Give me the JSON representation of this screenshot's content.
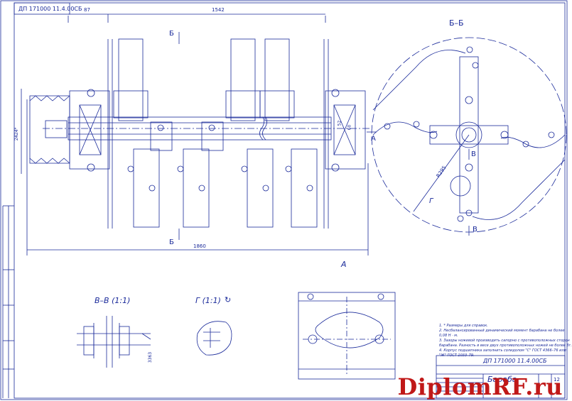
{
  "drawing": {
    "code_rotated": "ДП 171000 11.4.00СБ",
    "code_titleblock": "ДП 171000 11.4.00СБ",
    "title_partial": "Бараба",
    "sheet": "12",
    "dims": {
      "top_small": "87",
      "top_span": "1542",
      "bottom_span": "1860",
      "left_height": "2424*",
      "detail_radius": "R295",
      "bb_height": "52",
      "bb_dim2": "60"
    },
    "section_labels": {
      "b_top": "Б",
      "b_bottom": "Б",
      "bb_title": "Б–Б",
      "a_left": "А",
      "a_bottom": "А",
      "v_label1": "В",
      "v_label2": "В",
      "g_label": "Г"
    },
    "views": {
      "vv_title": "В–В (1:1)",
      "g_title": "Г (1:1)",
      "vv_dim": "3363"
    },
    "notes": [
      "1. * Размеры для справок.",
      "2. Несбалансированный динамический момент барабана не более",
      "0,08 Н · м.",
      "3. Зазоры ножевой производить сапорно с противоположных сторон",
      "барабана. Разность в весе двух противоположных ножей не более 3г.",
      "4. Корпус подшипника заполнить солидолом \"С\" ГОСТ 4366–76 или",
      "\"Ж\" ГОСТ 1033–79."
    ]
  },
  "watermark": "DiplomRF.ru",
  "colors": {
    "ink": "#1a2a9a",
    "watermark": "#c01818"
  }
}
